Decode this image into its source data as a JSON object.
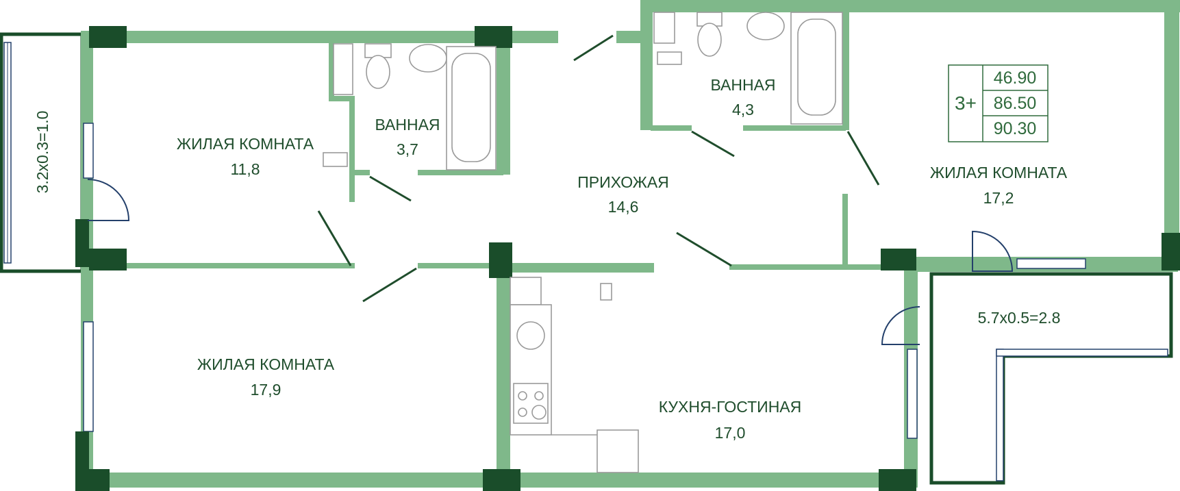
{
  "rooms": [
    {
      "name": "ЖИЛАЯ КОМНАТА",
      "area": "11,8"
    },
    {
      "name": "ВАННАЯ",
      "area": "3,7"
    },
    {
      "name": "ПРИХОЖАЯ",
      "area": "14,6"
    },
    {
      "name": "ВАННАЯ",
      "area": "4,3"
    },
    {
      "name": "ЖИЛАЯ КОМНАТА",
      "area": "17,2"
    },
    {
      "name": "ЖИЛАЯ КОМНАТА",
      "area": "17,9"
    },
    {
      "name": "КУХНЯ-ГОСТИНАЯ",
      "area": "17,0"
    }
  ],
  "balconies": {
    "left": "3.2x0.3=1.0",
    "right": "5.7x0.5=2.8"
  },
  "summary": {
    "rooms_count": "3+",
    "values": [
      "46.90",
      "86.50",
      "90.30"
    ]
  },
  "colors": {
    "wall": "#7fb88a",
    "column": "#1a4d2a",
    "text": "#1f4d2c",
    "window": "#24406b"
  }
}
